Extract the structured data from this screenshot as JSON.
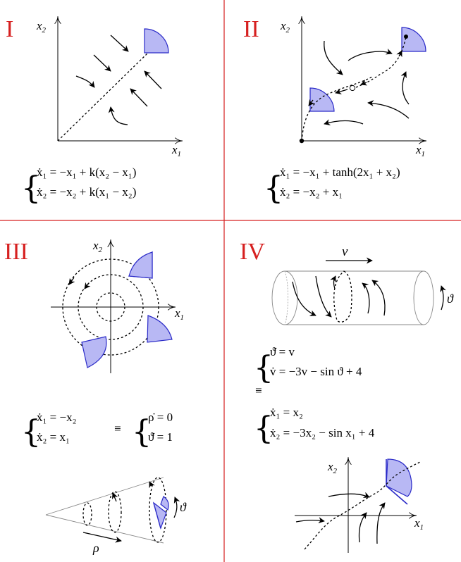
{
  "panels": {
    "p1": {
      "label": "I",
      "axis_y": "x",
      "axis_y_sub": "2",
      "axis_x": "x",
      "axis_x_sub": "1",
      "eq1": "ẋ₁ = −x₁ + k(x₂ − x₁)",
      "eq2": "ẋ₂ = −x₂ + k(x₁ − x₂)"
    },
    "p2": {
      "label": "II",
      "axis_y": "x",
      "axis_y_sub": "2",
      "axis_x": "x",
      "axis_x_sub": "1",
      "eq1": "ẋ₁ = −x₁ + tanh(2x₁ + x₂)",
      "eq2": "ẋ₂ = −x₂ + x₁"
    },
    "p3": {
      "label": "III",
      "axis_y": "x",
      "axis_y_sub": "2",
      "axis_x": "x",
      "axis_x_sub": "1",
      "eq1": "ẋ₁ = −x₂",
      "eq2": "ẋ₂ = x₁",
      "equiv": "≡",
      "eq3": "ρ̇ = 0",
      "eq4": "ϑ̇ = 1",
      "rho": "ρ",
      "theta": "ϑ"
    },
    "p4": {
      "label": "IV",
      "v_label": "v",
      "theta": "ϑ",
      "eq1": "ϑ̇ = v",
      "eq2": "v̇ = −3v − sin ϑ + 4",
      "equiv": "≡",
      "eq3": "ẋ₁ = x₂",
      "eq4": "ẋ₂ = −3x₂ − sin x₁ + 4",
      "axis_y": "x",
      "axis_y_sub": "2",
      "axis_x": "x",
      "axis_x_sub": "1"
    }
  },
  "colors": {
    "divider": "#d62020",
    "roman": "#d62020",
    "wedge_fill": "#b8b8f4",
    "wedge_stroke": "#2b2bc8"
  }
}
